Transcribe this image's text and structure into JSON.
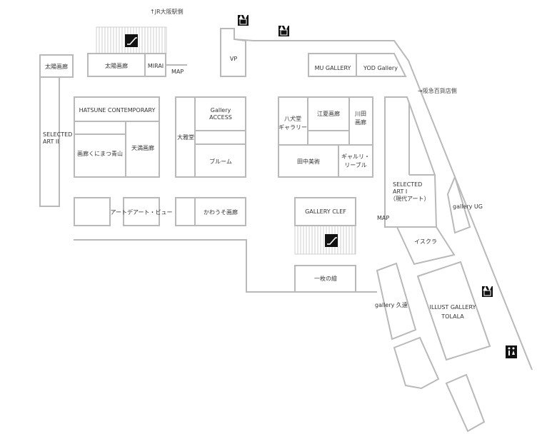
{
  "directions": {
    "jr_osaka": "↑JR大阪駅側",
    "hankyu": "→阪急百貨店側"
  },
  "map_labels": {
    "map_1": "MAP",
    "map_2": "MAP"
  },
  "rooms": {
    "taiyo_gallery_small": "太陽画廊",
    "selected_art_ii": [
      "SELECTED",
      "ART II"
    ],
    "taiyo_gallery": "太陽画廊",
    "mirai": "MIRAI",
    "vp": "VP",
    "mu_gallery": "MU GALLERY",
    "yod_gallery": "YOD Gallery",
    "hatsune": "HATSUNE CONTEMPORARY",
    "kunimatsu": "画廊くにまつ青山",
    "tenma": "天満画廊",
    "daigado": "大雅堂",
    "gallery_access": [
      "Gallery",
      "ACCESS"
    ],
    "bloom": "ブルーム",
    "hakkendo": [
      "八犬堂",
      "ギャラリー"
    ],
    "enatsu": "江夏画廊",
    "kawata": [
      "川田",
      "画廊"
    ],
    "tanaka": "田中美術",
    "livre": [
      "ギャルリ・",
      "リーブル"
    ],
    "selected_art_i": [
      "SELECTED",
      "ART I",
      "（現代アート）"
    ],
    "gallery_ug": "gallery UG",
    "art_view": "アートデアート・ビュー",
    "kawauso": "かわうそ画廊",
    "clef": "GALLERY CLEF",
    "iscra": "イスクラ",
    "ichimai": "一枚の繪",
    "kyuen": "gallery 久遠",
    "tolala": [
      "ILLUST GALLERY",
      "TOLALA"
    ]
  },
  "icons": [
    "escalator-icon",
    "elevator-icon",
    "restroom-icon"
  ],
  "colors": {
    "wall": "#b9b9b9",
    "icon_bg": "#111111",
    "text": "#333333"
  }
}
